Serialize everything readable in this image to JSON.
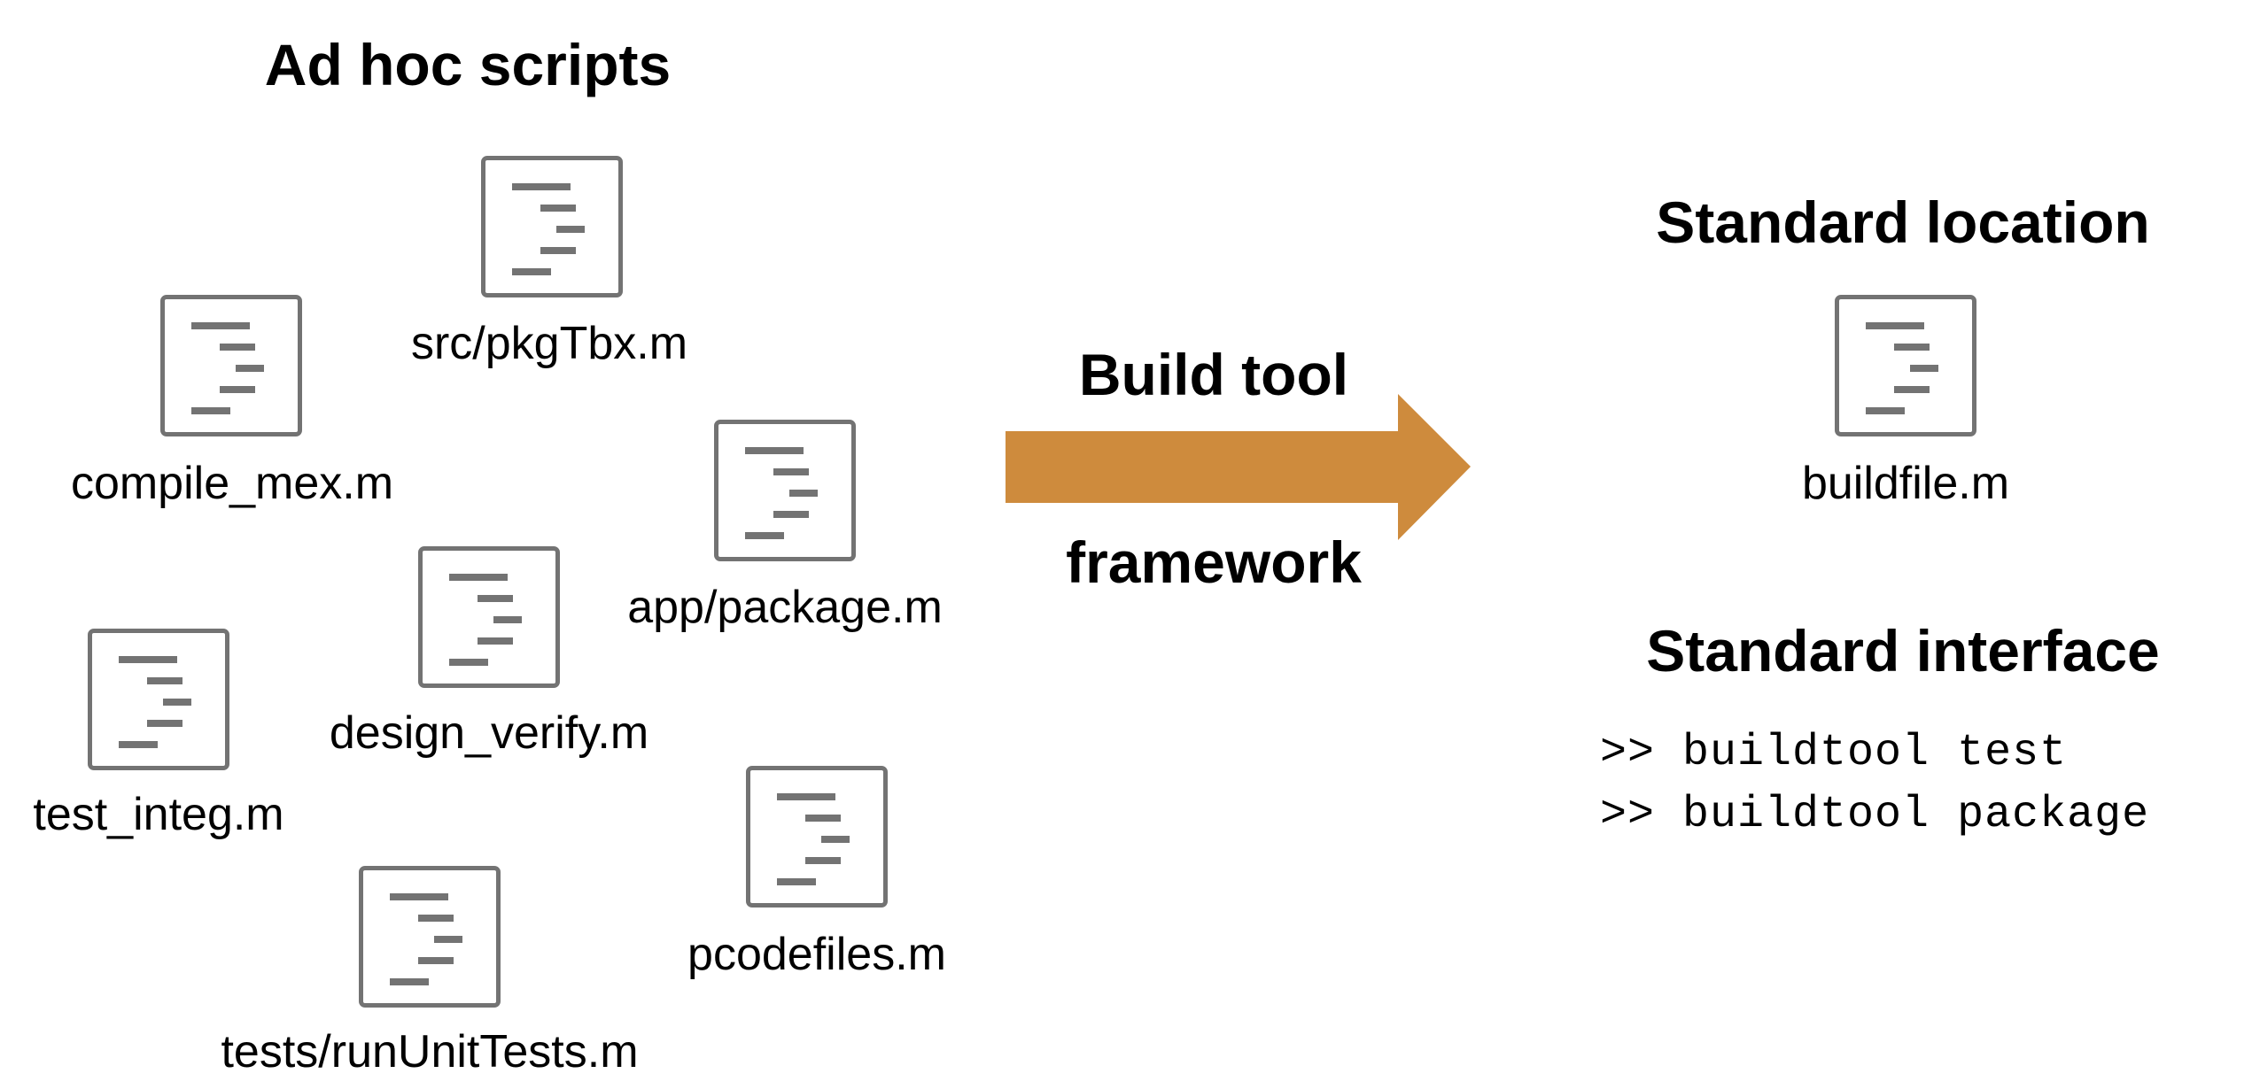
{
  "left_section": {
    "title": "Ad hoc scripts",
    "files": [
      {
        "label": "src/pkgTbx.m",
        "icon": "m-file-icon"
      },
      {
        "label": "compile_mex.m",
        "icon": "m-file-icon"
      },
      {
        "label": "app/package.m",
        "icon": "m-file-icon"
      },
      {
        "label": "design_verify.m",
        "icon": "m-file-icon"
      },
      {
        "label": "test_integ.m",
        "icon": "m-file-icon"
      },
      {
        "label": "pcodefiles.m",
        "icon": "m-file-icon"
      },
      {
        "label": "tests/runUnitTests.m",
        "icon": "m-file-icon"
      }
    ]
  },
  "arrow": {
    "label_top": "Build tool",
    "label_bottom": "framework",
    "color": "#CE8B3D",
    "icon": "right-arrow-icon"
  },
  "right_section": {
    "location_title": "Standard location",
    "file": {
      "label": "buildfile.m",
      "icon": "m-file-icon"
    },
    "interface_title": "Standard interface",
    "commands": [
      ">> buildtool test",
      ">> buildtool package"
    ]
  },
  "colors": {
    "icon_border": "#737373",
    "icon_lines": "#737373",
    "text": "#000000",
    "background": "#FFFFFF"
  }
}
